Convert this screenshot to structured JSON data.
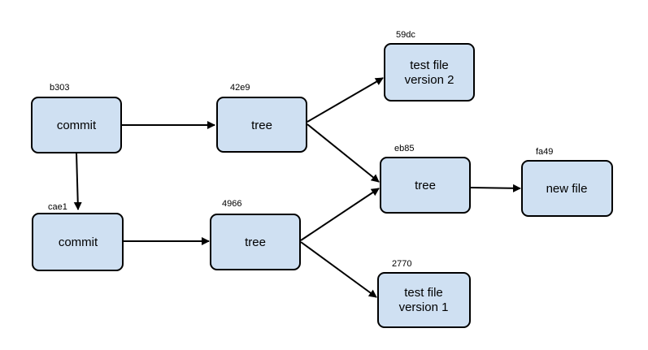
{
  "diagram": {
    "nodes": {
      "commit_b303": {
        "hash": "b303",
        "label": "commit"
      },
      "commit_cae1": {
        "hash": "cae1",
        "label": "commit"
      },
      "tree_42e9": {
        "hash": "42e9",
        "label": "tree"
      },
      "tree_4966": {
        "hash": "4966",
        "label": "tree"
      },
      "tree_eb85": {
        "hash": "eb85",
        "label": "tree"
      },
      "blob_59dc": {
        "hash": "59dc",
        "label_line1": "test file",
        "label_line2": "version 2"
      },
      "blob_2770": {
        "hash": "2770",
        "label_line1": "test file",
        "label_line2": "version 1"
      },
      "blob_fa49": {
        "hash": "fa49",
        "label": "new file"
      }
    },
    "edges": [
      {
        "from": "commit_b303",
        "to": "tree_42e9"
      },
      {
        "from": "commit_b303",
        "to": "commit_cae1"
      },
      {
        "from": "commit_cae1",
        "to": "tree_4966"
      },
      {
        "from": "tree_42e9",
        "to": "blob_59dc"
      },
      {
        "from": "tree_42e9",
        "to": "tree_eb85"
      },
      {
        "from": "tree_4966",
        "to": "tree_eb85"
      },
      {
        "from": "tree_4966",
        "to": "blob_2770"
      },
      {
        "from": "tree_eb85",
        "to": "blob_fa49"
      }
    ],
    "colors": {
      "node_fill": "#cfe0f2",
      "node_stroke": "#000000",
      "edge": "#000000"
    }
  }
}
